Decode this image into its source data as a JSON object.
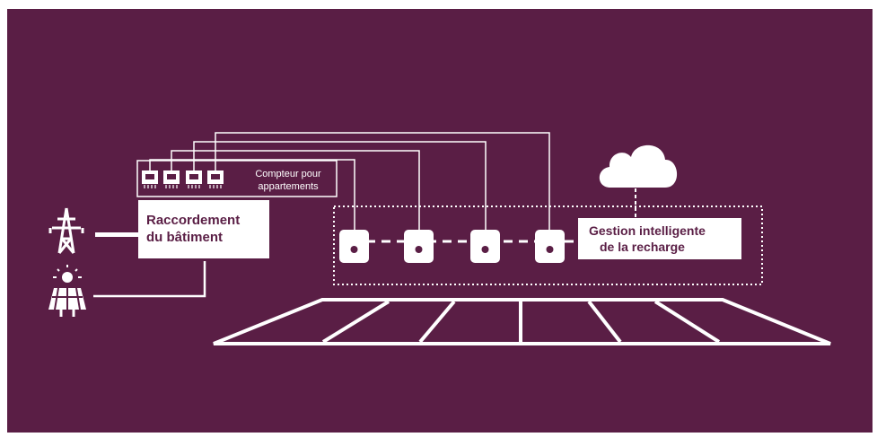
{
  "colors": {
    "background": "#5a1e45",
    "foreground": "#ffffff",
    "text_on_white": "#5a1e45"
  },
  "icons": [
    "power-pylon-icon",
    "solar-panel-icon",
    "cloud-icon",
    "meter-icon",
    "charger-icon"
  ],
  "meters": {
    "label_line1": "Compteur pour",
    "label_line2": "appartements"
  },
  "building": {
    "line1": "Raccordement",
    "line2": "du bâtiment"
  },
  "management": {
    "line1": "Gestion intelligente",
    "line2": "de la recharge"
  }
}
